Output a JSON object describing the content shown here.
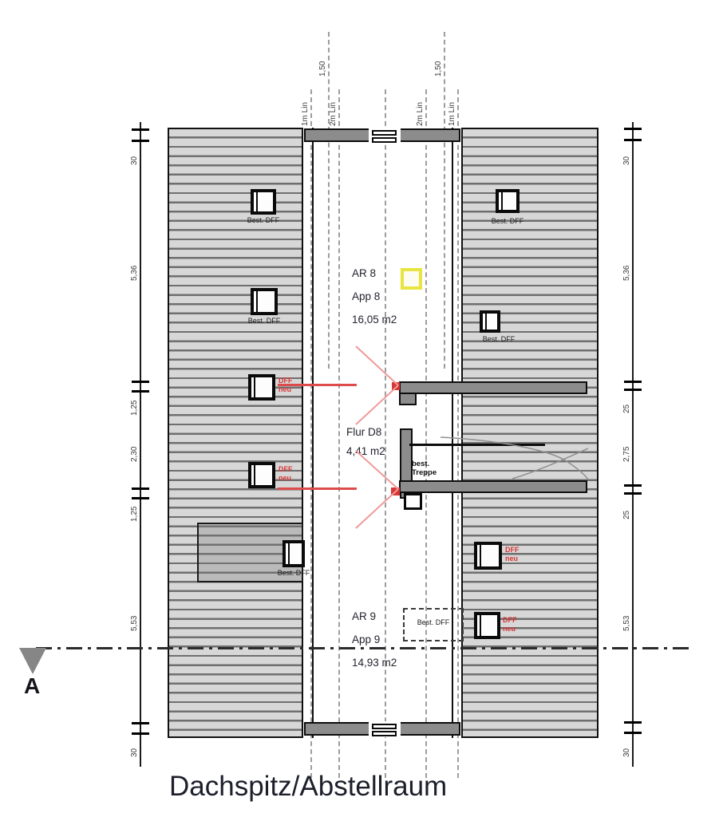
{
  "title": "Dachspitz/Abstellraum",
  "section": {
    "label": "A"
  },
  "rooms": {
    "ar8": {
      "line1": "AR 8",
      "line2": "App 8",
      "line3": "16,05 m2"
    },
    "flur": {
      "line1": "Flur D8",
      "line2": "4,41 m2"
    },
    "ar9": {
      "line1": "AR 9",
      "line2": "App 9",
      "line3": "14,93 m2"
    }
  },
  "stair": {
    "line1": "best.",
    "line2": "Treppe"
  },
  "labels": {
    "best_dff": "Best. DFF",
    "dff": "DFF",
    "neu": "neu"
  },
  "height_lines": {
    "left_1m": "1m Lin",
    "left_150": "1,50",
    "left_2m": "2m Lin",
    "right_2m": "2m Lin",
    "right_150": "1,50",
    "right_1m": "1m Lin"
  },
  "dims": {
    "left": [
      "30",
      "5,36",
      "1,25",
      "2,30",
      "1,25",
      "5,53",
      "30"
    ],
    "right": [
      "30",
      "5,36",
      "25",
      "2,75",
      "25",
      "5,53",
      "30"
    ]
  },
  "colors": {
    "red": "#d93636",
    "chevron_red": "#f09a9a",
    "wall_gray": "#8c8c8c",
    "hatch_light": "#d7d7d7",
    "hatch_dark": "#6f6f6f",
    "yellow_border": "#e8e440"
  }
}
